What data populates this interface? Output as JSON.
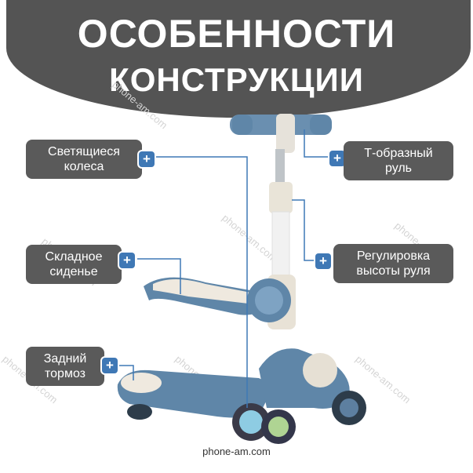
{
  "header": {
    "title_line1": "ОСОБЕННОСТИ",
    "title_line2": "КОНСТРУКЦИИ"
  },
  "features": {
    "lights": {
      "line1": "Светящиеся",
      "line2": "колеса"
    },
    "seat": {
      "line1": "Складное",
      "line2": "сиденье"
    },
    "brake": {
      "line1": "Задний",
      "line2": "тормоз"
    },
    "handlebar": {
      "line1": "Т-образный",
      "line2": "руль"
    },
    "height": {
      "line1": "Регулировка",
      "line2": "высоты руля"
    },
    "plus_symbol": "+"
  },
  "footer": {
    "url": "phone-am.com"
  },
  "watermark": {
    "text": "phone-am.com"
  },
  "colors": {
    "header": "#545454",
    "label": "#5a5a5a",
    "accent": "#3f78b5",
    "scooter_body": "#5f86a8",
    "scooter_seat": "#efe9df"
  }
}
